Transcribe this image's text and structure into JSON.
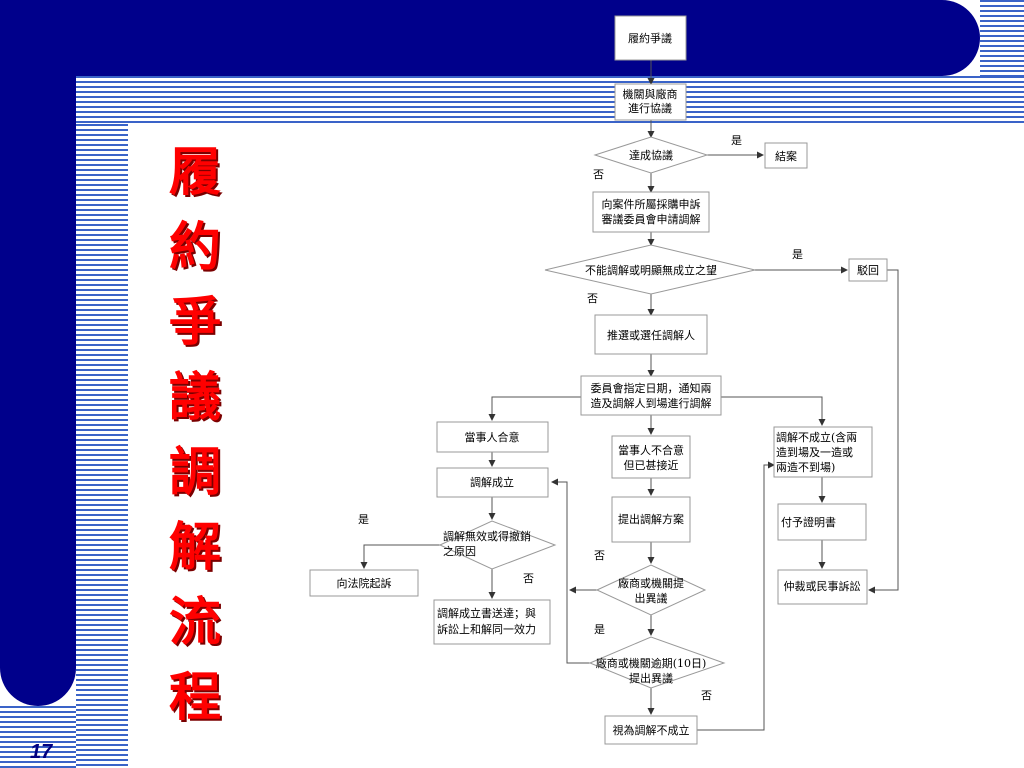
{
  "slide": {
    "title_chars": [
      "履",
      "約",
      "爭",
      "議",
      "調",
      "解",
      "流",
      "程"
    ],
    "page_number": "17"
  },
  "flow": {
    "start": "履約爭議",
    "negotiate": [
      "機關與廠商",
      "進行協議"
    ],
    "reach_agreement": "達成協議",
    "close_case": "結案",
    "apply_mediation": [
      "向案件所屬採購申訴",
      "審議委員會申請調解"
    ],
    "cannot_mediate": "不能調解或明顯無成立之望",
    "reject": "駁回",
    "select_mediator": "推選或選任調解人",
    "notify_parties": [
      "委員會指定日期，通知兩",
      "造及調解人到場進行調解"
    ],
    "parties_agree": "當事人合意",
    "mediation_success": "調解成立",
    "parties_disagree": [
      "當事人不合意",
      "但已甚接近"
    ],
    "mediation_fail": [
      "調解不成立(含兩",
      "造到場及一造或",
      "兩造不到場)"
    ],
    "void_reason": [
      "調解無效或得撤銷",
      "之原因"
    ],
    "propose_plan": "提出調解方案",
    "issue_certificate": "付予證明書",
    "court_suit": "向法院起訴",
    "objection": [
      "廠商或機關提",
      "出異議"
    ],
    "arbitration": "仲裁或民事訴訟",
    "delivered": [
      "調解成立書送達；與",
      "訴訟上和解同一效力"
    ],
    "overdue_objection": [
      "廠商或機關逾期(10日)",
      "提出異議"
    ],
    "deemed_fail": "視為調解不成立",
    "labels": {
      "yes_1": "是",
      "no_1": "否",
      "yes_2": "是",
      "no_2": "否",
      "yes_3": "是",
      "no_3": "否",
      "no_4": "否",
      "yes_4": "是",
      "no_5": "否"
    }
  }
}
